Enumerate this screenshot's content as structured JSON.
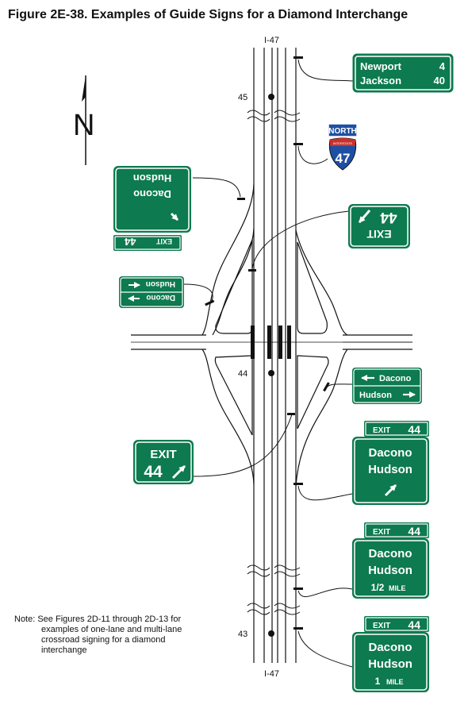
{
  "title": "Figure 2E-38.  Examples of Guide Signs for a Diamond Interchange",
  "colors": {
    "sign_green": "#0d7a4f",
    "ink": "#111111",
    "interstate_blue": "#1e4fa3",
    "interstate_red": "#c8312c"
  },
  "route": {
    "top_label": "I-47",
    "bottom_label": "I-47"
  },
  "mileposts": [
    "45",
    "44",
    "43"
  ],
  "north_arrow": {
    "letter": "N",
    "icon": "north-arrow-icon"
  },
  "route_marker": {
    "direction": "NORTH",
    "shield_word": "INTERSTATE",
    "number": "47"
  },
  "signs": {
    "distance": {
      "rows": [
        {
          "name": "Newport",
          "miles": "4"
        },
        {
          "name": "Jackson",
          "miles": "40"
        }
      ]
    },
    "opposite_exit": {
      "exit_word": "EXIT",
      "number": "44"
    },
    "opposite_destinations": {
      "line1": "Dacono",
      "line2": "Hudson"
    },
    "opposite_exit_plaque": {
      "exit_word": "EXIT",
      "number": "44"
    },
    "opposite_crossroad": {
      "line1": "Dacono",
      "line2": "Hudson"
    },
    "crossroad": {
      "line1": "Dacono",
      "line2": "Hudson"
    },
    "exit_gore": {
      "exit_word": "EXIT",
      "number": "44"
    },
    "exit_direction": {
      "exit_word": "EXIT",
      "number": "44",
      "line1": "Dacono",
      "line2": "Hudson"
    },
    "half_mile": {
      "exit_word": "EXIT",
      "number": "44",
      "line1": "Dacono",
      "line2": "Hudson",
      "fraction": "1/2",
      "unit": "MILE"
    },
    "one_mile": {
      "exit_word": "EXIT",
      "number": "44",
      "line1": "Dacono",
      "line2": "Hudson",
      "distance": "1",
      "unit": "MILE"
    }
  },
  "note": {
    "line1": "Note: See Figures 2D-11 through 2D-13 for",
    "line2": "examples of one-lane and multi-lane",
    "line3": "crossroad signing for a diamond",
    "line4": "interchange"
  }
}
